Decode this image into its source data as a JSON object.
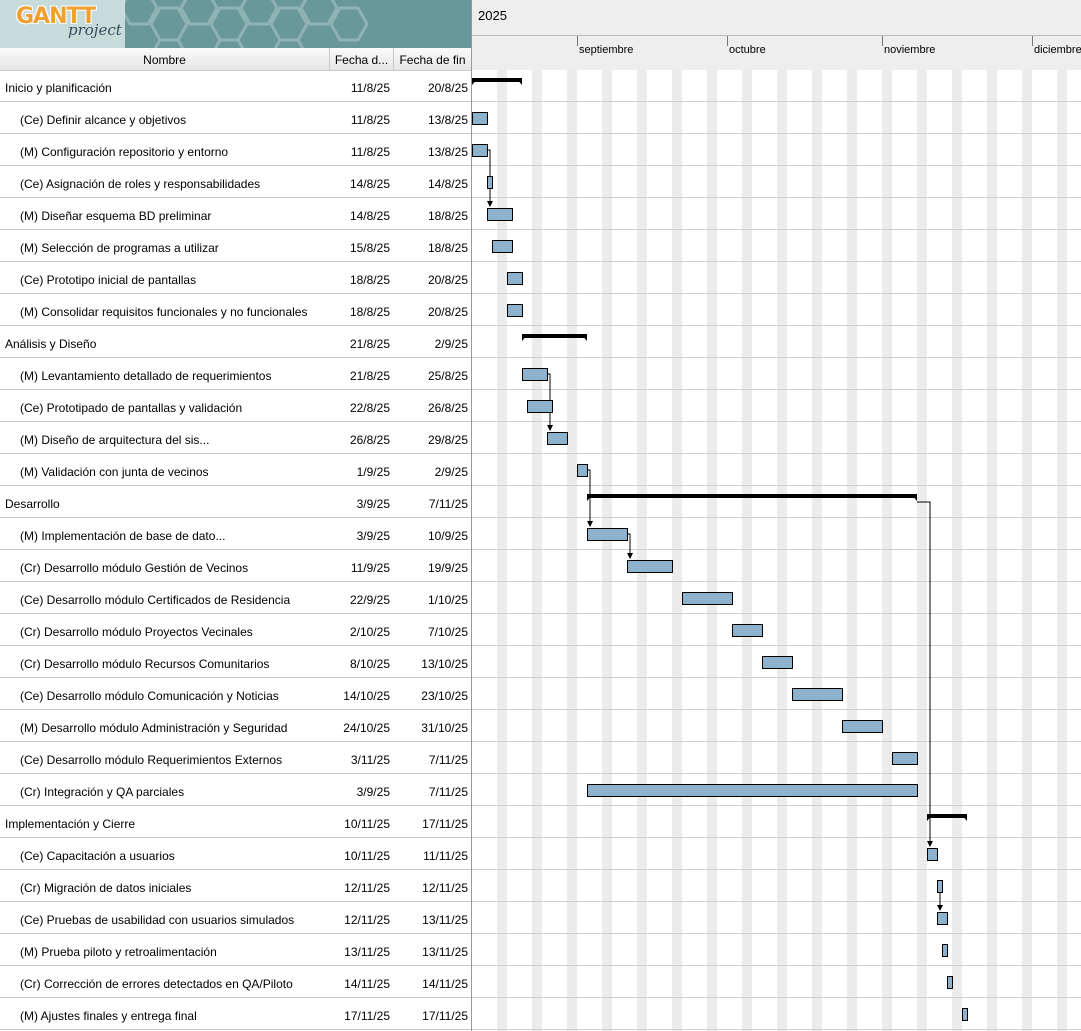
{
  "app": {
    "logo_main": "GANTT",
    "logo_sub": "project"
  },
  "columns": {
    "name": "Nombre",
    "start": "Fecha d...",
    "end": "Fecha de fin"
  },
  "timeline": {
    "year": "2025",
    "months": [
      "septiembre",
      "octubre",
      "noviembre",
      "diciembre"
    ]
  },
  "colors": {
    "task_bar": "#8fb2cc",
    "summary_bar": "#000000",
    "weekend_stripe": "#ececec"
  },
  "tasks": [
    {
      "name": "Inicio y planificación",
      "start": "11/8/25",
      "end": "20/8/25",
      "summary": true,
      "s": 0,
      "e": 10
    },
    {
      "name": "(Ce) Definir alcance y objetivos",
      "start": "11/8/25",
      "end": "13/8/25",
      "summary": false,
      "s": 0,
      "e": 3
    },
    {
      "name": "(M) Configuración repositorio y entorno",
      "start": "11/8/25",
      "end": "13/8/25",
      "summary": false,
      "s": 0,
      "e": 3
    },
    {
      "name": "(Ce) Asignación de roles y responsabilidades",
      "start": "14/8/25",
      "end": "14/8/25",
      "summary": false,
      "s": 3,
      "e": 4
    },
    {
      "name": "(M) Diseñar esquema BD preliminar",
      "start": "14/8/25",
      "end": "18/8/25",
      "summary": false,
      "s": 3,
      "e": 8
    },
    {
      "name": "(M) Selección de programas a utilizar",
      "start": "15/8/25",
      "end": "18/8/25",
      "summary": false,
      "s": 4,
      "e": 8
    },
    {
      "name": "(Ce) Prototipo inicial de pantallas",
      "start": "18/8/25",
      "end": "20/8/25",
      "summary": false,
      "s": 7,
      "e": 10
    },
    {
      "name": "(M) Consolidar requisitos funcionales y no funcionales",
      "start": "18/8/25",
      "end": "20/8/25",
      "summary": false,
      "s": 7,
      "e": 10
    },
    {
      "name": "Análisis y Diseño",
      "start": "21/8/25",
      "end": "2/9/25",
      "summary": true,
      "s": 10,
      "e": 23
    },
    {
      "name": "(M) Levantamiento detallado de requerimientos",
      "start": "21/8/25",
      "end": "25/8/25",
      "summary": false,
      "s": 10,
      "e": 15
    },
    {
      "name": "(Ce) Prototipado de pantallas y validación",
      "start": "22/8/25",
      "end": "26/8/25",
      "summary": false,
      "s": 11,
      "e": 16
    },
    {
      "name": "(M) Diseño de arquitectura del sis...",
      "start": "26/8/25",
      "end": "29/8/25",
      "summary": false,
      "s": 15,
      "e": 19
    },
    {
      "name": "(M) Validación con junta de vecinos",
      "start": "1/9/25",
      "end": "2/9/25",
      "summary": false,
      "s": 21,
      "e": 23
    },
    {
      "name": "Desarrollo",
      "start": "3/9/25",
      "end": "7/11/25",
      "summary": true,
      "s": 23,
      "e": 89
    },
    {
      "name": "(M) Implementación de base de dato...",
      "start": "3/9/25",
      "end": "10/9/25",
      "summary": false,
      "s": 23,
      "e": 31
    },
    {
      "name": "(Cr) Desarrollo módulo Gestión de Vecinos",
      "start": "11/9/25",
      "end": "19/9/25",
      "summary": false,
      "s": 31,
      "e": 40
    },
    {
      "name": "(Ce) Desarrollo módulo Certificados de Residencia",
      "start": "22/9/25",
      "end": "1/10/25",
      "summary": false,
      "s": 42,
      "e": 52
    },
    {
      "name": "(Cr) Desarrollo módulo Proyectos Vecinales",
      "start": "2/10/25",
      "end": "7/10/25",
      "summary": false,
      "s": 52,
      "e": 58
    },
    {
      "name": "(Cr) Desarrollo módulo Recursos Comunitarios",
      "start": "8/10/25",
      "end": "13/10/25",
      "summary": false,
      "s": 58,
      "e": 64
    },
    {
      "name": "(Ce) Desarrollo módulo Comunicación y Noticias",
      "start": "14/10/25",
      "end": "23/10/25",
      "summary": false,
      "s": 64,
      "e": 74
    },
    {
      "name": "(M) Desarrollo módulo Administración y Seguridad",
      "start": "24/10/25",
      "end": "31/10/25",
      "summary": false,
      "s": 74,
      "e": 82
    },
    {
      "name": "(Ce) Desarrollo módulo Requerimientos Externos",
      "start": "3/11/25",
      "end": "7/11/25",
      "summary": false,
      "s": 84,
      "e": 89
    },
    {
      "name": "(Cr) Integración y QA parciales",
      "start": "3/9/25",
      "end": "7/11/25",
      "summary": false,
      "s": 23,
      "e": 89
    },
    {
      "name": "Implementación y Cierre",
      "start": "10/11/25",
      "end": "17/11/25",
      "summary": true,
      "s": 91,
      "e": 99
    },
    {
      "name": "(Ce) Capacitación a usuarios",
      "start": "10/11/25",
      "end": "11/11/25",
      "summary": false,
      "s": 91,
      "e": 93
    },
    {
      "name": "(Cr) Migración de datos iniciales",
      "start": "12/11/25",
      "end": "12/11/25",
      "summary": false,
      "s": 93,
      "e": 94
    },
    {
      "name": "(Ce) Pruebas de usabilidad con usuarios simulados",
      "start": "12/11/25",
      "end": "13/11/25",
      "summary": false,
      "s": 93,
      "e": 95
    },
    {
      "name": "(M) Prueba piloto y retroalimentación",
      "start": "13/11/25",
      "end": "13/11/25",
      "summary": false,
      "s": 94,
      "e": 95
    },
    {
      "name": "(Cr) Corrección de errores detectados en QA/Piloto",
      "start": "14/11/25",
      "end": "14/11/25",
      "summary": false,
      "s": 95,
      "e": 96
    },
    {
      "name": "(M) Ajustes finales y entrega final",
      "start": "17/11/25",
      "end": "17/11/25",
      "summary": false,
      "s": 98,
      "e": 99
    }
  ],
  "links": [
    [
      2,
      4
    ],
    [
      9,
      11
    ],
    [
      12,
      14
    ],
    [
      14,
      15
    ],
    [
      13,
      24
    ],
    [
      25,
      26
    ]
  ]
}
